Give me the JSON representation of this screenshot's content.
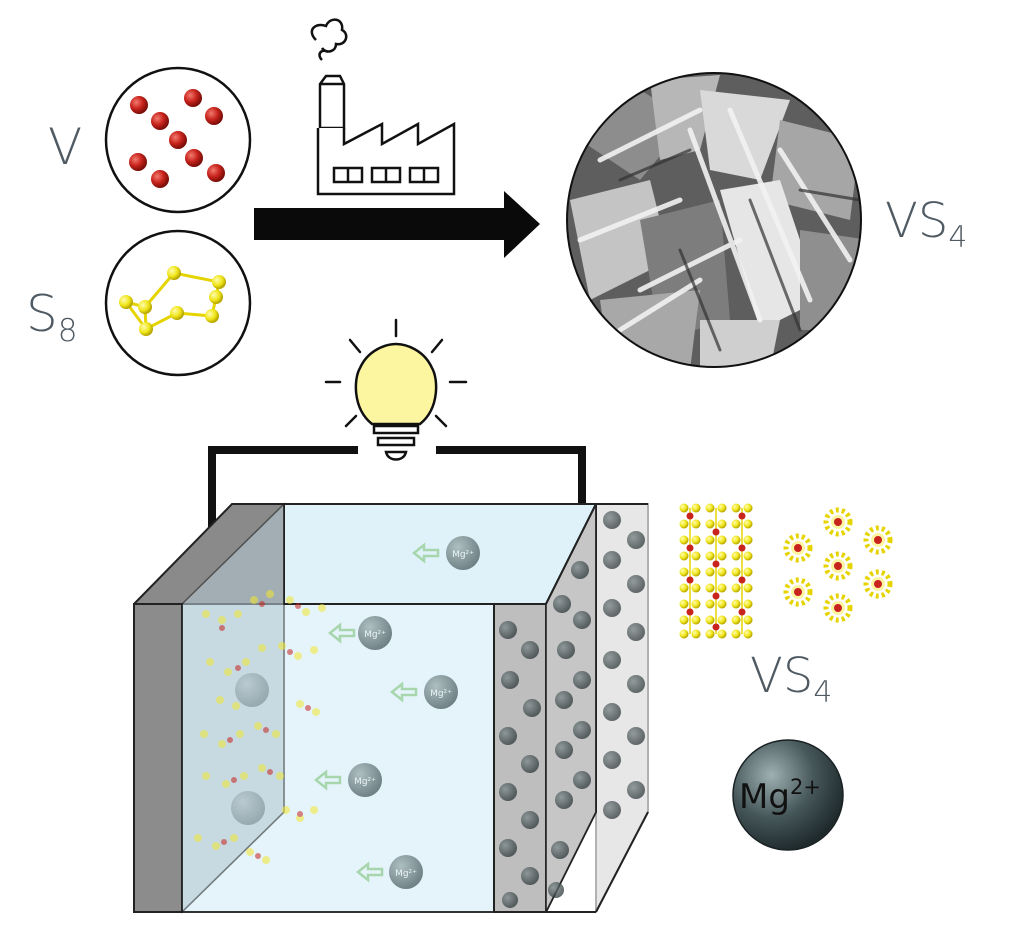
{
  "labels": {
    "vanadium": "V",
    "sulfur_base": "S",
    "sulfur_sub": "8",
    "product_top_base": "VS",
    "product_top_sub": "4",
    "product_bottom_base": "VS",
    "product_bottom_sub": "4",
    "mg_ion_base": "Mg",
    "mg_ion_sup": "2+"
  },
  "icons": {
    "factory": "factory-icon",
    "arrow": "process-arrow-icon",
    "bulb": "light-bulb-icon",
    "sem": "sem-micrograph-image",
    "cell": "battery-cell-diagram"
  },
  "colors": {
    "vanadium_atom": "#c8231c",
    "sulfur_atom": "#f0e619",
    "electrolyte": "#dff2fa",
    "electrode_back": "#8a8a8a",
    "anode": "#c8c8c8",
    "mg_sphere": "#3f4d50",
    "bulb": "#fdf6a0",
    "label_text": "#4f5a63"
  }
}
